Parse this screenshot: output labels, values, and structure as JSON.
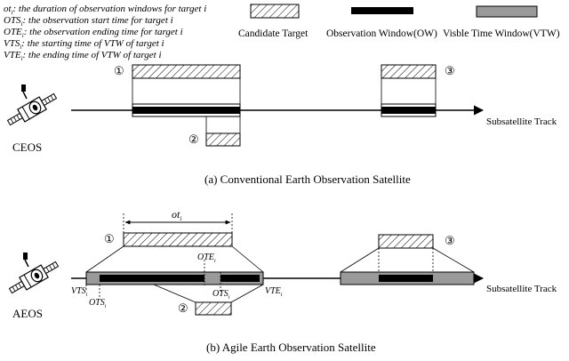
{
  "definitions": [
    {
      "symbol": "ot",
      "sub": "i",
      "text": ": the duration of observation windows for target i"
    },
    {
      "symbol": "OTS",
      "sub": "i",
      "text": ": the observation start time for target i"
    },
    {
      "symbol": "OTE",
      "sub": "i",
      "text": ": the observation ending time for target i"
    },
    {
      "symbol": "VTS",
      "sub": "i",
      "text": ": the starting time of VTW of target i"
    },
    {
      "symbol": "VTE",
      "sub": "i",
      "text": ": the ending time of VTW of target i"
    }
  ],
  "legend": {
    "candidate_target": "Candidate  Target",
    "observation_window": "Observation Window(OW)",
    "visible_time_window": "Visble Time Window(VTW)"
  },
  "panel_a": {
    "satellite_label": "CEOS",
    "track_label": "Subsatellite Track",
    "caption": "(a) Conventional Earth Observation Satellite",
    "markers": [
      "①",
      "②",
      "③"
    ]
  },
  "panel_b": {
    "satellite_label": "AEOS",
    "track_label": "Subsatellite Track",
    "caption": "(b) Agile Earth Observation Satellite",
    "markers": [
      "①",
      "②",
      "③"
    ],
    "ot_label": {
      "symbol": "ot",
      "sub": "i"
    },
    "ote_label": {
      "symbol": "OTE",
      "sub": "i"
    },
    "ots_label": {
      "symbol": "OTS",
      "sub": "i"
    },
    "ots_label_2": {
      "symbol": "OTS",
      "sub": "i"
    },
    "vts_label": {
      "symbol": "VTS",
      "sub": "i"
    },
    "vte_label": {
      "symbol": "VTE",
      "sub": "i"
    }
  },
  "colors": {
    "ow_fill": "#000000",
    "vtw_fill": "#9a9a9a",
    "line": "#000000"
  }
}
